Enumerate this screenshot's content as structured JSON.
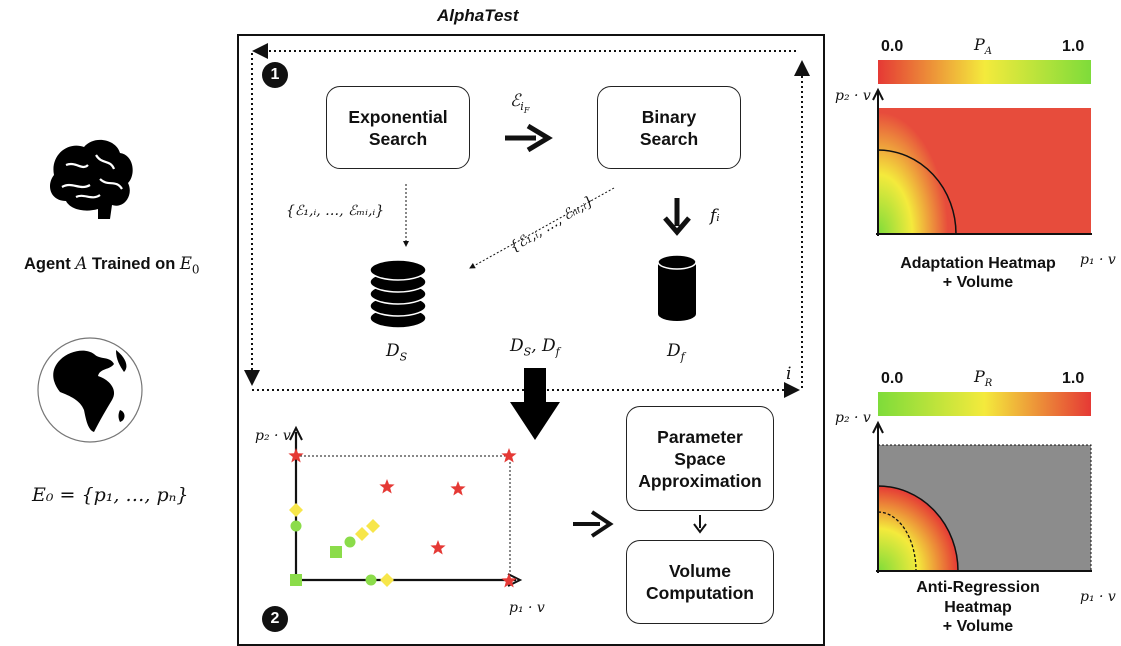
{
  "title": "AlphaTest",
  "agent": {
    "label_prefix": "Agent ",
    "label_agent": "A",
    "label_mid": " Trained on ",
    "label_env": "E",
    "label_env_sub": "0",
    "env_formula": "E₀ = {p₁, …, pₙ}"
  },
  "phase1": {
    "badge": "1",
    "exp_search": [
      "Exponential",
      "Search"
    ],
    "binary_search": [
      "Binary",
      "Search"
    ],
    "arrow_label": "ℰ",
    "arrow_label_sub": "i",
    "arrow_label_subsub": "F",
    "set_s": "{ℰ₁,ᵢ, …, ℰₘᵢ,ᵢ}",
    "set_f": "{ℰ₁,ᵢ, …, ℰₙᵢ,ᵢ}",
    "fi": "fᵢ",
    "ds": "D",
    "ds_sub": "S",
    "df": "D",
    "df_sub": "f",
    "ds_df": "D",
    "ds_df_sub1": "S",
    "ds_df_mid": ", D",
    "ds_df_sub2": "f",
    "loop_label": "i"
  },
  "phase2": {
    "badge": "2",
    "param_box": [
      "Parameter",
      "Space",
      "Approximation"
    ],
    "volume_box": [
      "Volume",
      "Computation"
    ],
    "y_axis": "p₂ · v",
    "x_axis": "p₁ · v"
  },
  "heatmap_adaptation": {
    "scale_min": "0.0",
    "scale_max": "1.0",
    "scale_label": "P",
    "scale_label_sub": "A",
    "y_axis": "p₂ · v",
    "x_axis": "p₁ · v",
    "caption": [
      "Adaptation Heatmap",
      "+ Volume"
    ],
    "gradient": [
      "#e53935",
      "#f4ea3c",
      "#7edc3a"
    ]
  },
  "heatmap_regression": {
    "scale_min": "0.0",
    "scale_max": "1.0",
    "scale_label": "P",
    "scale_label_sub": "R",
    "y_axis": "p₂ · v",
    "x_axis": "p₁ · v",
    "caption": [
      "Anti-Regression",
      "Heatmap",
      "+ Volume"
    ],
    "gradient": [
      "#7edc3a",
      "#f4ea3c",
      "#e53935"
    ]
  },
  "colors": {
    "red": "#e53935",
    "yellow": "#f7e64a",
    "green": "#8bdc4a",
    "gray": "#8c8c8c"
  }
}
